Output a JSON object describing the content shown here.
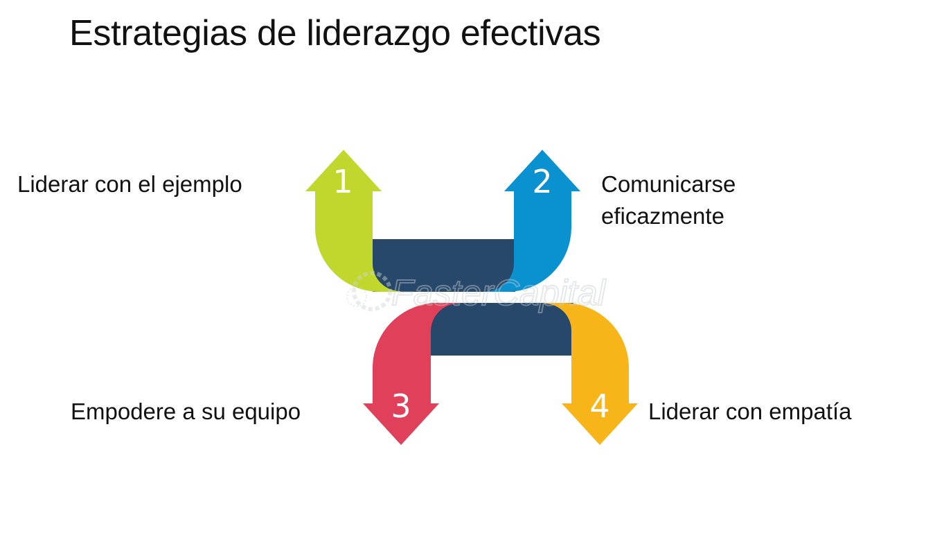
{
  "title": "Estrategias de liderazgo efectivas",
  "watermark": "FasterCapital",
  "steps": [
    {
      "number": "1",
      "label": "Liderar con el ejemplo",
      "color": "#c2d72e",
      "direction": "up"
    },
    {
      "number": "2",
      "label": "Comunicarse eficazmente",
      "color": "#0a92d0",
      "direction": "up"
    },
    {
      "number": "3",
      "label": "Empodere a su equipo",
      "color": "#e0405a",
      "direction": "down"
    },
    {
      "number": "4",
      "label": "Liderar con empatía",
      "color": "#f8b51a",
      "direction": "down"
    }
  ],
  "connector_color": "#27486a"
}
